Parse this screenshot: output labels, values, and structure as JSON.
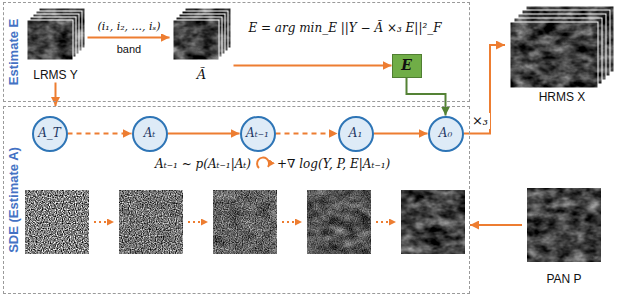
{
  "diagram": {
    "nodes": [
      {
        "text": [
          "Estimate E"
        ]
      },
      {
        "text": [
          "LRMS Y"
        ],
        "in": 0
      },
      {
        "text": [
          "Ã"
        ],
        "in": 0
      },
      {
        "text": [
          "E"
        ],
        "in": 0
      },
      {
        "text": [
          "SDE (Estimate A)"
        ]
      },
      {
        "text": [
          "A_T"
        ],
        "in": 4
      },
      {
        "text": [
          "Aₜ"
        ],
        "in": 4
      },
      {
        "text": [
          "Aₜ₋₁"
        ],
        "in": 4
      },
      {
        "text": [
          "A₁"
        ],
        "in": 4
      },
      {
        "text": [
          "A₀"
        ],
        "in": 4
      },
      {
        "text": [
          "HRMS X"
        ]
      },
      {
        "text": [
          "PAN P"
        ]
      }
    ],
    "edges": [
      {
        "from": 1,
        "to": 2,
        "arrow": "to",
        "label": "(i₁, i₂, ..., iₛ)"
      },
      {
        "from": 2,
        "to": 3,
        "arrow": "to"
      },
      {
        "from": 1,
        "to": 4,
        "arrow": "to"
      },
      {
        "from": 3,
        "to": 9,
        "arrow": "to"
      },
      {
        "from": 5,
        "to": 6,
        "arrow": "to"
      },
      {
        "from": 6,
        "to": 7,
        "arrow": "to"
      },
      {
        "from": 7,
        "to": 8,
        "arrow": "to"
      },
      {
        "from": 8,
        "to": 9,
        "arrow": "to"
      },
      {
        "from": 9,
        "to": 10,
        "arrow": "to",
        "label": "×₃"
      },
      {
        "from": 11,
        "to": 4,
        "arrow": "to"
      }
    ],
    "labels": [
      "band",
      "E = arg min_E ||Y − Ã ×₃ E||²_F",
      "Aₜ₋₁ ~ p(Aₜ₋₁|Aₜ)",
      "+∇ log(Y, P, E|Aₜ₋₁)"
    ]
  }
}
